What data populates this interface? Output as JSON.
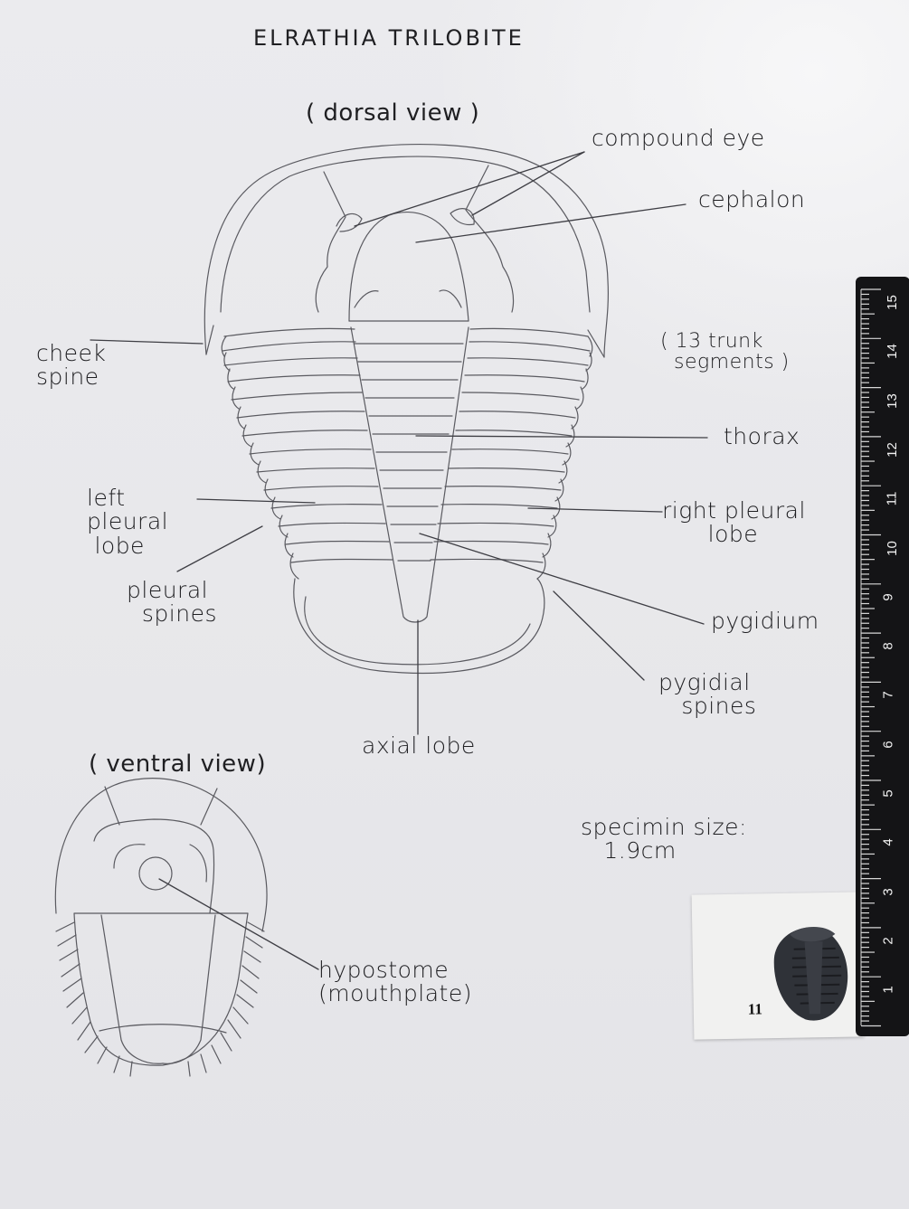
{
  "title": "ELRATHIA TRILOBITE",
  "dorsal_view_caption": "( dorsal view )",
  "ventral_view_caption": "( ventral view)",
  "labels": {
    "compound_eye": "compound eye",
    "cephalon": "cephalon",
    "cheek_spine": "cheek\nspine",
    "trunk_segments": "( 13 trunk\n  segments )",
    "thorax": "thorax",
    "left_pleural_lobe": "left\npleural\n lobe",
    "right_pleural_lobe": "right pleural\n      lobe",
    "pleural_spines": "pleural\n  spines",
    "pygidium": "pygidium",
    "pygidial_spines": "pygidial\n   spines",
    "axial_lobe": "axial lobe",
    "hypostome": "hypostome\n(mouthplate)"
  },
  "specimen_size": "specimin size:\n   1.9cm",
  "specimen_card_number": "11",
  "ruler_numbers": [
    "15",
    "14",
    "13",
    "12",
    "11",
    "10",
    "9",
    "8",
    "7",
    "6",
    "5",
    "4",
    "3",
    "2",
    "1"
  ]
}
